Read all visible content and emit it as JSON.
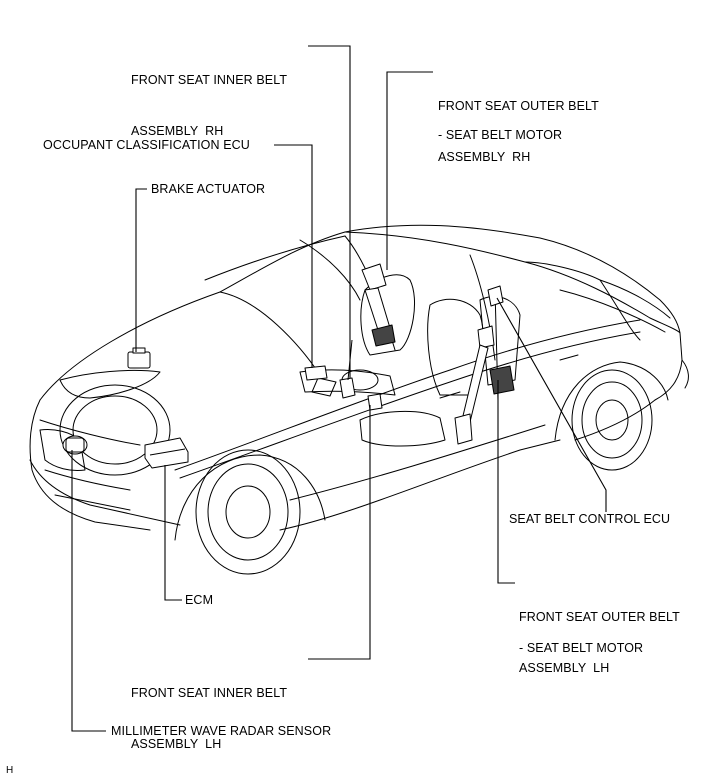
{
  "labels": {
    "front_seat_inner_belt_rh_line1": "FRONT SEAT INNER BELT",
    "front_seat_inner_belt_rh_line2": "ASSEMBLY  RH",
    "front_seat_outer_belt_rh_line1": "FRONT SEAT OUTER BELT",
    "front_seat_outer_belt_rh_line2": "ASSEMBLY  RH",
    "seat_belt_motor_rh": "- SEAT BELT MOTOR",
    "occupant_classification_ecu": "OCCUPANT CLASSIFICATION ECU",
    "brake_actuator": "BRAKE ACTUATOR",
    "seat_belt_control_ecu": "SEAT BELT CONTROL ECU",
    "front_seat_outer_belt_lh_line1": "FRONT SEAT OUTER BELT",
    "front_seat_outer_belt_lh_line2": "ASSEMBLY  LH",
    "seat_belt_motor_lh": "- SEAT BELT MOTOR",
    "ecm": "ECM",
    "front_seat_inner_belt_lh_line1": "FRONT SEAT INNER BELT",
    "front_seat_inner_belt_lh_line2": "ASSEMBLY  LH",
    "millimeter_wave_radar_sensor": "MILLIMETER WAVE RADAR SENSOR",
    "corner_mark": "H"
  }
}
